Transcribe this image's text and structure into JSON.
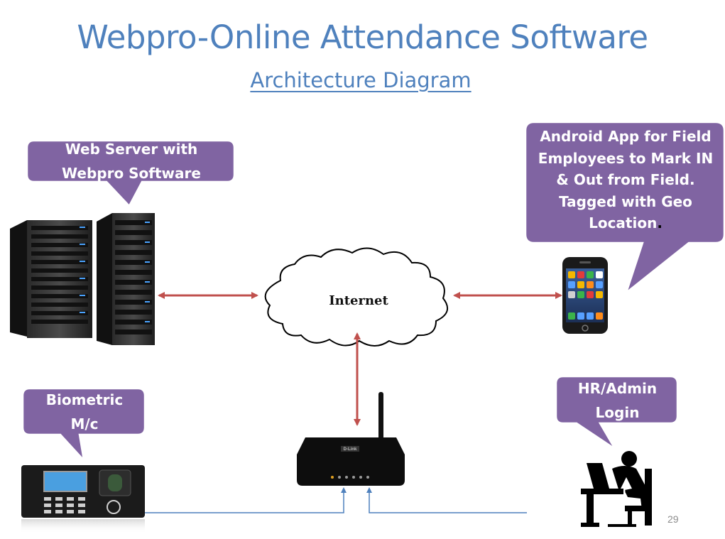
{
  "title": "Webpro-Online Attendance Software",
  "subtitle": "Architecture Diagram",
  "nodes": {
    "internet": {
      "label": "Internet"
    },
    "web_server": {
      "icon": "server-rack-icon"
    },
    "mobile_phone": {
      "icon": "smartphone-icon"
    },
    "router": {
      "icon": "wifi-router-icon",
      "brand": "D-Link"
    },
    "biometric_machine": {
      "icon": "fingerprint-scanner-icon"
    },
    "hr_admin": {
      "icon": "person-at-computer-icon"
    }
  },
  "callouts": {
    "web_server": {
      "line1": "Web Server with",
      "line2": "Webpro Software"
    },
    "android_app": {
      "line1": "Android App for Field",
      "line2": "Employees to Mark IN",
      "line3": "& Out from Field.",
      "line4": "Tagged with Geo",
      "line5": "Location",
      "line5_end": "."
    },
    "biometric": {
      "line1": "Biometric",
      "line2": "M/c"
    },
    "hr_admin": {
      "line1": "HR/Admin",
      "line2": "Login"
    }
  },
  "page_number": "29",
  "colors": {
    "title": "#4f81bd",
    "callout_fill": "#8064a2",
    "arrow": "#c0504d",
    "connector": "#4f81bd"
  }
}
